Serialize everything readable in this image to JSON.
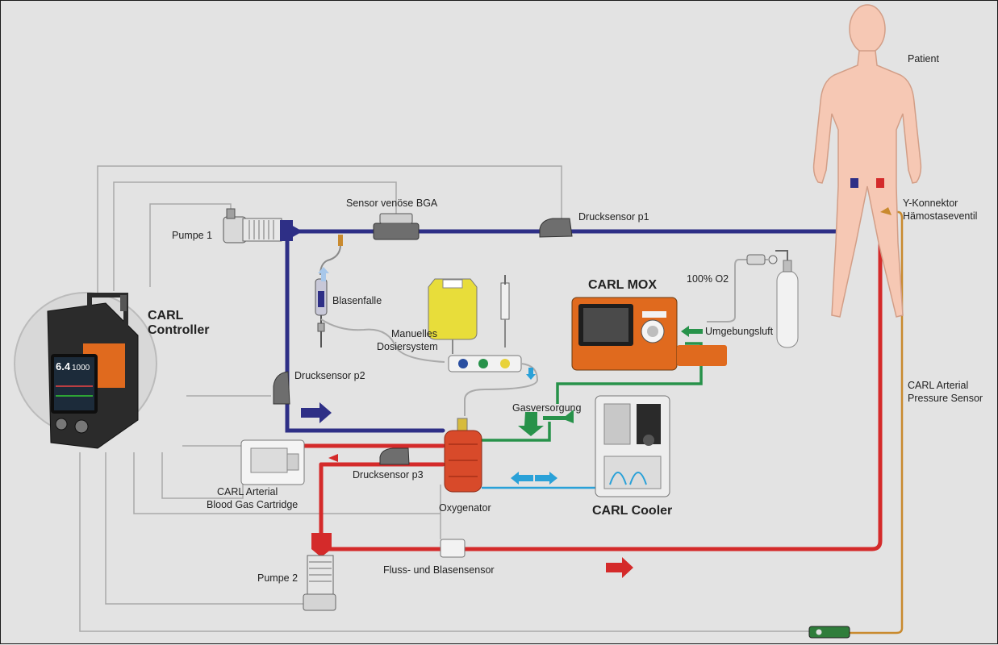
{
  "labels": {
    "patient": "Patient",
    "y_connector_1": "Y-Konnektor",
    "y_connector_2": "Hämostaseventil",
    "sensor_venous_bga": "Sensor venöse BGA",
    "pressure_sensor_p1": "Drucksensor p1",
    "pump_1": "Pumpe 1",
    "bubble_trap": "Blasenfalle",
    "manual_dosing_1": "Manuelles",
    "manual_dosing_2": "Dosiersystem",
    "carl_mox": "CARL MOX",
    "oxygen": "100% O2",
    "ambient_air": "Umgebungsluft",
    "controller_1": "CARL",
    "controller_2": "Controller",
    "pressure_sensor_p2": "Drucksensor p2",
    "gas_supply": "Gasversorgung",
    "arterial_cartridge_1": "CARL Arterial",
    "arterial_cartridge_2": "Blood Gas Cartridge",
    "pressure_sensor_p3": "Drucksensor p3",
    "oxygenator": "Oxygenator",
    "carl_cooler": "CARL Cooler",
    "pump_2": "Pumpe 2",
    "flow_bubble_sensor": "Fluss- und Blasensensor",
    "arterial_pressure_sensor_1": "CARL Arterial",
    "arterial_pressure_sensor_2": "Pressure Sensor"
  },
  "controller_display": {
    "value_left": "6.4",
    "value_right": "1000"
  },
  "colors": {
    "venous_line": "#2e2f86",
    "arterial_line": "#d42a2a",
    "gas_line": "#27924a",
    "cooling_line": "#2aa1d8",
    "pressure_line": "#c98a2e",
    "device_orange": "#e06a1e",
    "skin": "#f6c8b4"
  }
}
